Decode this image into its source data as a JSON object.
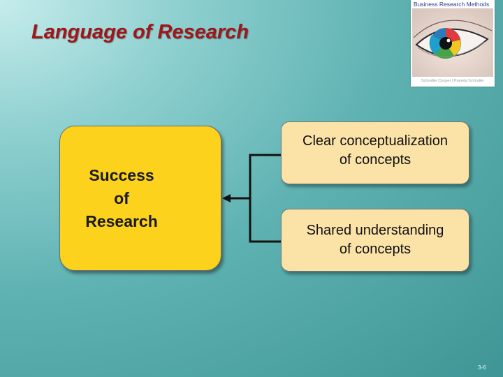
{
  "slide": {
    "title": "Language of Research",
    "page_number": "3-6"
  },
  "book_cover": {
    "title": "Business Research Methods",
    "authors": "Schindler Cooper | Pamela Schindler"
  },
  "diagram": {
    "main_box": "Success\nof\nResearch",
    "branches": [
      "Clear conceptualization\nof concepts",
      "Shared understanding\nof concepts"
    ]
  },
  "colors": {
    "title": "#a0171b",
    "main_box_fill": "#fcd21c",
    "branch_box_fill": "#fbe3a8",
    "connector": "#111111"
  }
}
